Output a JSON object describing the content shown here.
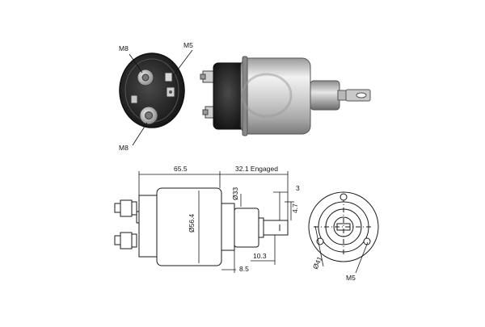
{
  "labels": {
    "top_m8": "M8",
    "top_m5": "M5",
    "bottom_m8": "M8",
    "drawing_m5": "M5"
  },
  "dimensions": {
    "overall_length": "65.5",
    "engaged_stroke": "32.1 Engaged",
    "body_diameter": "Ø56.4",
    "plunger_diameter": "Ø33",
    "tab_width": "3",
    "tab_offset": "4.7",
    "plunger_extension": "10.3",
    "shoulder": "8.5",
    "bolt_circle": "Ø41"
  },
  "colors": {
    "line": "#1a1a1a",
    "metal_light": "#e8e8e8",
    "metal_mid": "#b5b5b5",
    "metal_dark": "#6e6e6e",
    "cap_dark": "#262626"
  }
}
